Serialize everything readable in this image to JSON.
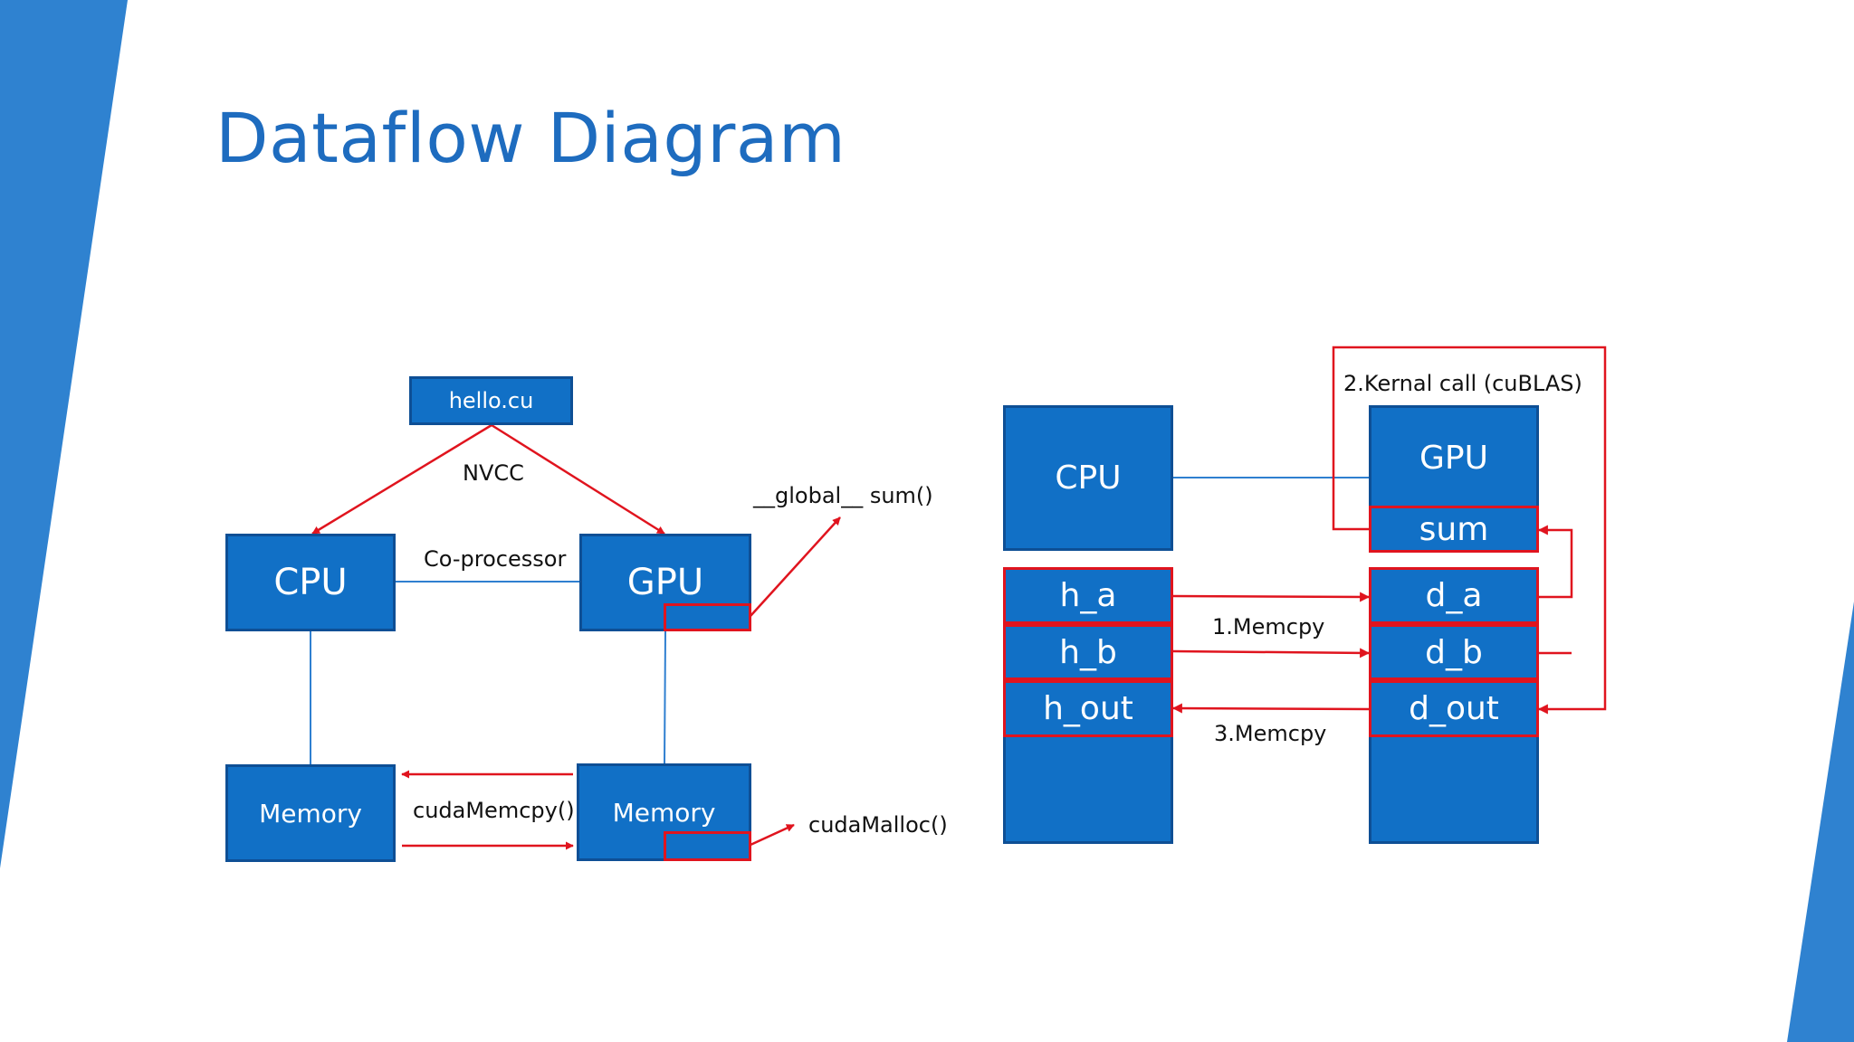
{
  "title": "Dataflow Diagram",
  "colors": {
    "accent": "#2f82d0",
    "title": "#1e6cbf",
    "box_fill": "#1170c6",
    "box_border": "#0e4f95",
    "arrow": "#e0141e",
    "link": "#2f7fd0"
  },
  "left": {
    "source": "hello.cu",
    "compiler": "NVCC",
    "cpu": "CPU",
    "gpu": "GPU",
    "link": "Co-processor",
    "kernel": "__global__ sum()",
    "host_memory": "Memory",
    "device_memory": "Memory",
    "copy": "cudaMemcpy()",
    "alloc": "cudaMalloc()"
  },
  "right": {
    "cpu": "CPU",
    "gpu": "GPU",
    "kernel_slot": "sum",
    "host_vars": [
      "h_a",
      "h_b",
      "h_out"
    ],
    "device_vars": [
      "d_a",
      "d_b",
      "d_out"
    ],
    "step1": "1.Memcpy",
    "step2": "2.Kernal call (cuBLAS)",
    "step3": "3.Memcpy"
  }
}
